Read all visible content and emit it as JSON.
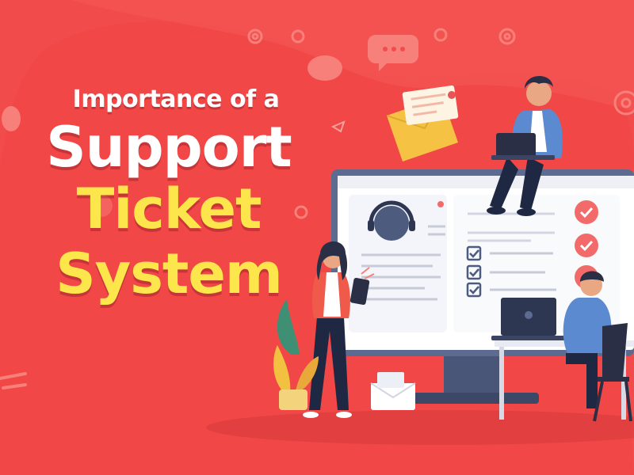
{
  "headline": {
    "line1": "Importance of a",
    "line2": "Support",
    "line3": "Ticket",
    "line4": "System"
  },
  "colors": {
    "background": "#f24b4b",
    "title_white": "#ffffff",
    "title_yellow": "#fce64b",
    "monitor_frame": "#5c6b8f",
    "envelope": "#f6c244",
    "check_badge": "#f26a6a"
  },
  "icons": [
    "gear-icon",
    "chat-bubble-icon",
    "envelope-icon",
    "headset-avatar-icon",
    "checkbox-icon",
    "check-badge-icon",
    "laptop-icon",
    "plant-icon",
    "paper-plane-icon"
  ]
}
